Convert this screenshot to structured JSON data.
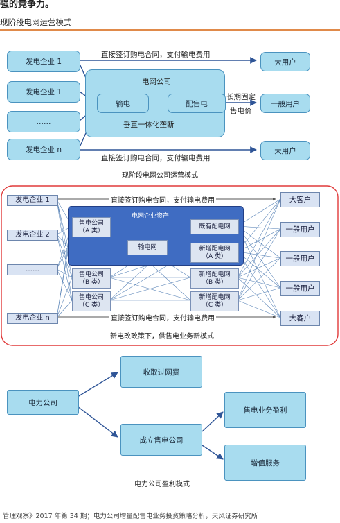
{
  "header": {
    "top_text": "强的竞争力。",
    "section_title": "现阶段电网运营模式"
  },
  "d1": {
    "gen1": "发电企业 1",
    "gen2": "发电企业 1",
    "gen3": "……",
    "genN": "发电企业 n",
    "grid_title": "电网公司",
    "transmission": "输电",
    "distribution": "配售电",
    "grid_sub": "垂直一体化垄断",
    "direct_top": "直接签订购电合同，支付输电费用",
    "direct_bottom": "直接签订购电合同，支付输电费用",
    "long_term": "长期固定",
    "sale_price": "售电价",
    "big_user_top": "大用户",
    "ordinary_user": "一般用户",
    "big_user_bottom": "大用户",
    "caption": "现阶段电网公司运营模式"
  },
  "d2": {
    "gen1": "发电企业 1",
    "gen2": "发电企业 2",
    "gen3": "……",
    "genN": "发电企业 n",
    "assets_title": "电网企业资产",
    "sale_a": "售电公司\n（A 类）",
    "grid_net": "输电网",
    "existing_dist": "既有配电网",
    "new_dist_a": "新增配电网\n（A 类）",
    "sale_b": "售电公司\n（B 类）",
    "sale_c": "售电公司\n（C 类）",
    "new_dist_b": "新增配电网\n（B 类）",
    "new_dist_c": "新增配电网\n（C 类）",
    "direct_top": "直接签订购电合同，支付输电费用",
    "direct_bottom": "直接签订购电合同，支付输电费用",
    "customers": [
      "大客户",
      "一般用户",
      "一般用户",
      "一般用户",
      "大客户"
    ],
    "caption": "新电改政策下，供售电业务新模式"
  },
  "d3": {
    "power_company": "电力公司",
    "grid_fee": "收取过网费",
    "found_sale": "成立售电公司",
    "sale_profit": "售电业务盈利",
    "value_added": "增值服务",
    "caption": "电力公司盈利模式"
  },
  "footer": {
    "source": "管理观察》2017 年第 34 期；电力公司增量配售电业务投资策略分析，天风证券研究所"
  },
  "colors": {
    "light_blue_fill": "#a8dcef",
    "dark_blue_border": "#2f4ea0",
    "red_frame": "#e03a3a",
    "orange_rule": "#e08a4a"
  }
}
